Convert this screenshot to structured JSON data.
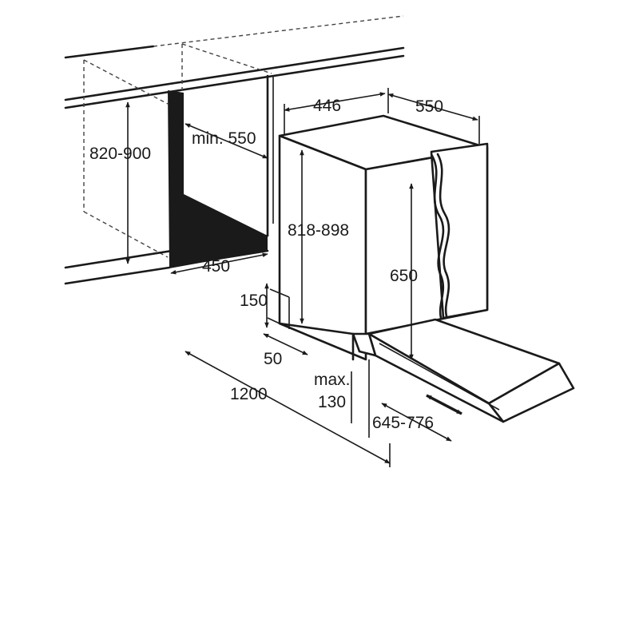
{
  "diagram": {
    "colors": {
      "line": "#1a1a1a",
      "background": "#ffffff"
    },
    "dimensions": {
      "cabinet_height": "820-900",
      "niche_depth": "min. 550",
      "niche_width": "450",
      "plinth_height": "150",
      "plinth_setback": "50",
      "total_depth": "1200",
      "door_overhang_max": "max.",
      "door_overhang_value": "130",
      "appliance_width": "446",
      "appliance_depth": "550",
      "appliance_height": "818-898",
      "door_height": "650",
      "door_swing": "645-776"
    }
  }
}
